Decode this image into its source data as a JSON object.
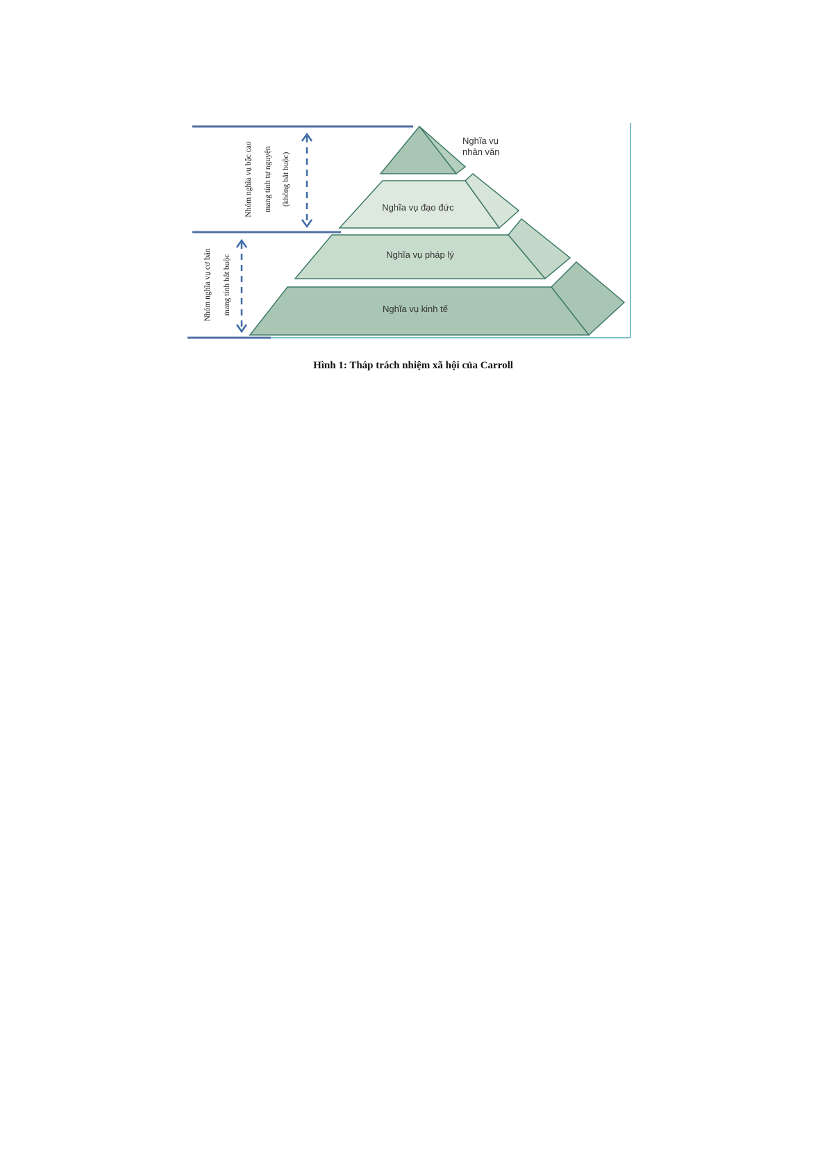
{
  "figure": {
    "levels": [
      {
        "label_lines": [
          "Nghĩa vụ",
          "nhân văn"
        ]
      },
      {
        "label": "Nghĩa vụ đạo đức"
      },
      {
        "label": "Nghĩa vụ pháp lý"
      },
      {
        "label": "Nghĩa vụ kinh tế"
      }
    ],
    "groups": {
      "upper_lines": [
        "Nhóm nghĩa vụ bậc cao",
        "mang tính tự nguyện",
        "(không bắt buộc)"
      ],
      "lower_lines": [
        "Nhóm nghĩa vụ cơ bản",
        "mang tính bắt buộc"
      ]
    },
    "caption": "Hình 1: Tháp trách nhiệm xã hội của Carroll",
    "colors": {
      "line": "#4f6fa0",
      "arrow": "#3e6aa8",
      "dark": "#a9c6b4",
      "mid": "#c3d8c9",
      "light": "#dde9de",
      "edge": "#3f7a68",
      "frame": "#7ec0cf"
    }
  }
}
